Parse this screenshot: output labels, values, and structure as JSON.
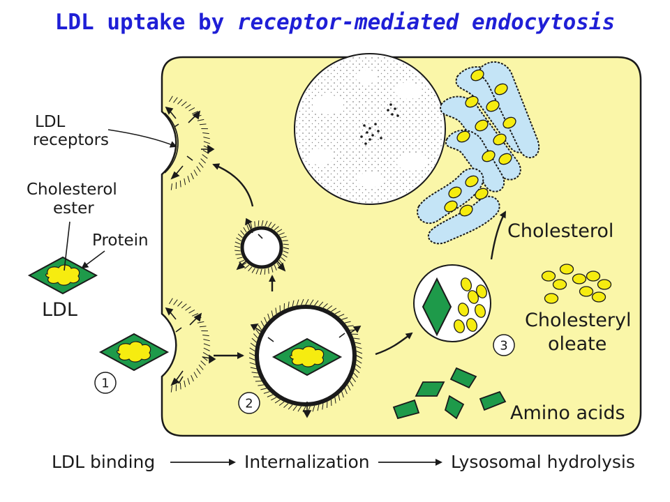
{
  "title": {
    "part1": "LDL uptake by ",
    "part2": "receptor-mediated endocytosis",
    "color": "#1f1fd6"
  },
  "labels": {
    "ldl_receptors_line1": "LDL",
    "ldl_receptors_line2": "receptors",
    "cholesterol_ester_line1": "Cholesterol",
    "cholesterol_ester_line2": "ester",
    "protein": "Protein",
    "ldl": "LDL",
    "cholesterol": "Cholesterol",
    "cholesteryl_oleate_line1": "Cholesteryl",
    "cholesteryl_oleate_line2": "oleate",
    "amino_acids": "Amino acids"
  },
  "step_numbers": {
    "one": "1",
    "two": "2",
    "three": "3"
  },
  "steps": {
    "ldl_binding": "LDL binding",
    "internalization": "Internalization",
    "lysosomal_hydrolysis": "Lysosomal hydrolysis"
  },
  "colors": {
    "cell": "#faf6a8",
    "ldl_green": "#1e9a4a",
    "cholesterol_yellow": "#f6ec10",
    "er_blue": "#c4e4f6",
    "outline": "#1a1a1a"
  },
  "icons": {
    "receptor": "receptor-icon",
    "ldl_particle": "ldl-particle-icon",
    "nucleus": "nucleus-icon",
    "endoplasmic_reticulum": "endoplasmic-reticulum-icon",
    "lysosome": "lysosome-icon",
    "vesicle": "vesicle-icon"
  }
}
